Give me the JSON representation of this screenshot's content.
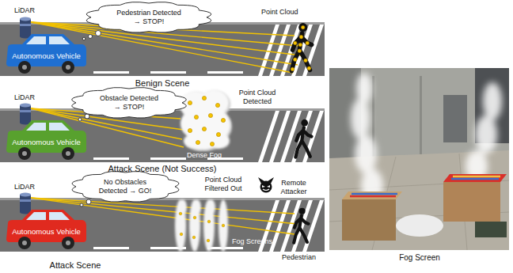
{
  "diagram": {
    "nodes": [
      {
        "text": [
          "Pedestrian Detected → STOP!"
        ]
      },
      {
        "text": [
          "Autonomous Vehicle"
        ]
      },
      {
        "text": [
          "Obstacle Detected → STOP!"
        ]
      },
      {
        "text": [
          "Autonomous Vehicle"
        ]
      },
      {
        "text": [
          "No Obstacles Detected → GO!"
        ]
      },
      {
        "text": [
          "Autonomous Vehicle"
        ]
      }
    ],
    "labels": [
      "LiDAR",
      "Point Cloud",
      "Benign Scene",
      "LiDAR",
      "Point Cloud Detected",
      "Dense Fog",
      "Attack Scene (Not Success)",
      "LiDAR",
      "Point Cloud Filtered Out",
      "Remote Attacker",
      "Pedestrian",
      "Fog Screens",
      "Attack Scene",
      "Fog Screen"
    ]
  }
}
